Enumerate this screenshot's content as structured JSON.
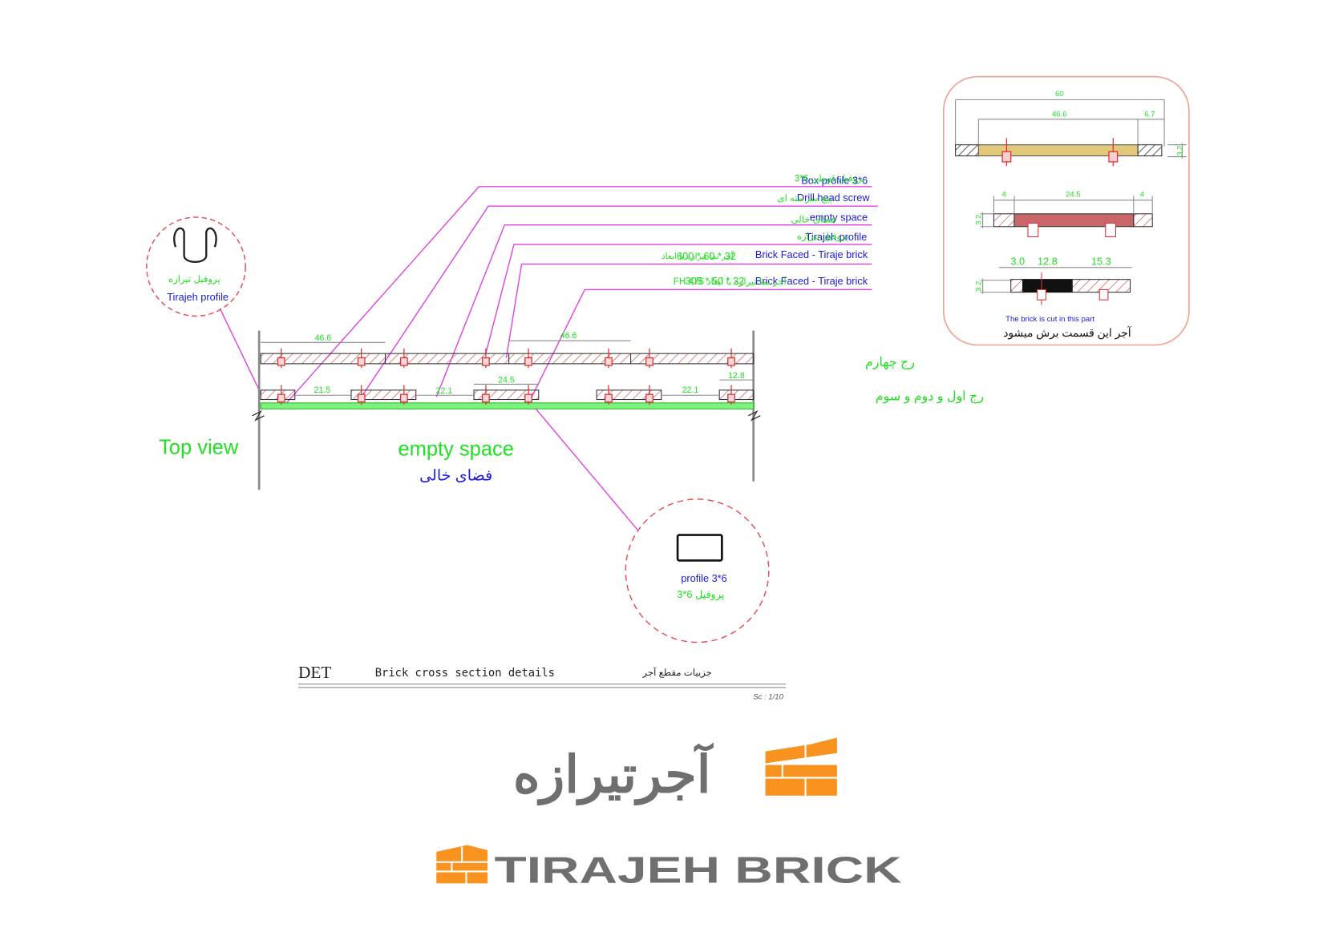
{
  "colors": {
    "green": "#22e022",
    "blue": "#1a1ad8",
    "magenta": "#e040e0",
    "red_dash": "#e5505a",
    "brick_red": "#d45a5a",
    "gray_line": "#8a8a8a",
    "orange": "#f7931e",
    "logo_gray": "#6f6f6f",
    "tan": "#e2c87a",
    "dark_brick": "#c8666a"
  },
  "legend": [
    {
      "en": "Box profile 3*6",
      "fa": "پروفیل قوطی 6*3",
      "dims": ""
    },
    {
      "en": "Drill head screw",
      "fa": "پیچ سر مته ای",
      "dims": ""
    },
    {
      "en": "empty space",
      "fa": "فضای خالی",
      "dims": ""
    },
    {
      "en": "Tirajeh profile",
      "fa": "پروفیل تیرازه",
      "dims": ""
    },
    {
      "en": "Brick Faced - Tiraje brick",
      "fa": "آجر نما تیرازه با ابعاد",
      "dims": "600 * 60 * 32"
    },
    {
      "en": "Brick Faced - Tiraje brick",
      "fa": "آجر نما تیرازه با ابعاد FH 476",
      "dims": "305 * 50 * 32"
    }
  ],
  "top_view": {
    "label": "Top view",
    "empty_space_en": "empty space",
    "empty_space_fa": "فضای خالی",
    "row4_label": "رج چهارم",
    "row123_label": "رج اول و دوم و سوم",
    "dims": {
      "top1": "46.6",
      "top2": "46.6",
      "bot1": "21.5",
      "bot2": "22.1",
      "bot3": "24.5",
      "bot4": "22.1",
      "bot5": "12.8"
    }
  },
  "tirajeh_callout": {
    "fa": "پروفیل تیرازه",
    "en": "Tirajeh profile"
  },
  "box_callout": {
    "en": "profile 3*6",
    "fa": "پروفیل 6*3"
  },
  "detail_box": {
    "dim_total": "60",
    "dim_inner": "46.6",
    "dim_edge": "6.7",
    "dim_thick": "3.2",
    "dim2_left": "4",
    "dim2_mid": "24.5",
    "dim2_right": "4",
    "dim2_thick": "3.2",
    "dim3_a": "3.0",
    "dim3_b": "12.8",
    "dim3_c": "15.3",
    "dim3_thick": "3.2",
    "note_en": "The brick is cut in this part",
    "note_fa": "آجر این قسمت برش میشود"
  },
  "title_block": {
    "code": "DET",
    "title_en": "Brick cross section details",
    "title_fa": "جزییات مقطع آجر",
    "scale": "Sc : 1/10"
  },
  "logo": {
    "fa": "آجرتیرازه",
    "en": "TIRAJEH BRICK"
  }
}
